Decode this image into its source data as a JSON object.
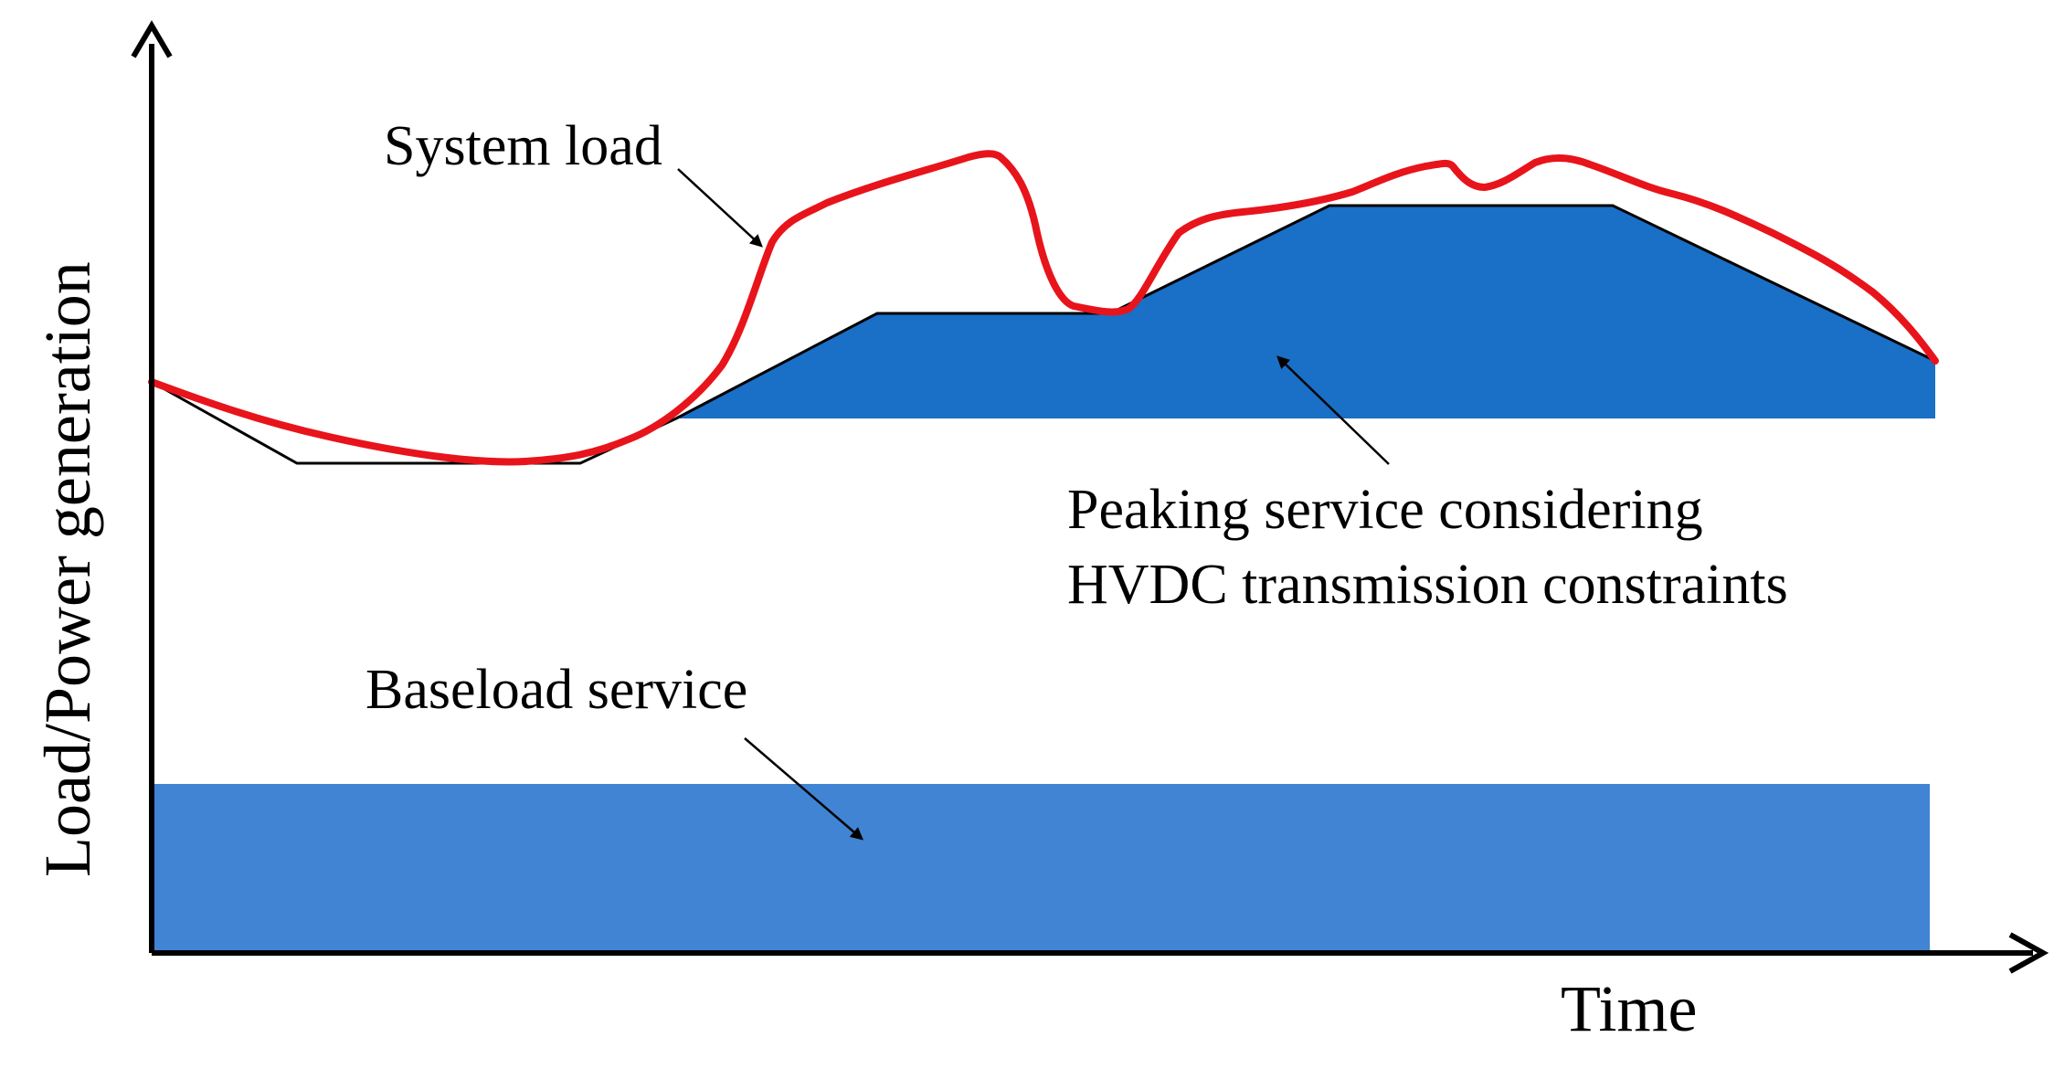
{
  "diagram": {
    "y_axis_label": "Load/Power generation",
    "x_axis_label": "Time",
    "labels": {
      "system_load": "System load",
      "peaking_line1": "Peaking service considering",
      "peaking_line2": "HVDC transmission constraints",
      "baseload": "Baseload service"
    },
    "colors": {
      "system_load_curve": "#e8141b",
      "peaking_fill": "#1a6fc6",
      "baseload_fill": "#4184d4",
      "axis": "#000000"
    }
  }
}
